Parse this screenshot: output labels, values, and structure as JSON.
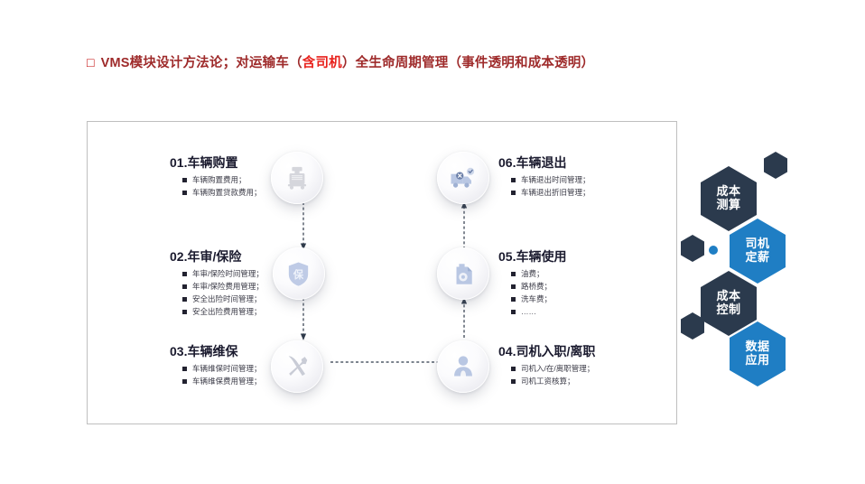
{
  "title": {
    "marker": "□",
    "part1": "VMS模块设计方法论；对运输车（",
    "part2": "含司机",
    "part3": "）全生命周期管理（事件透明和成本透明）"
  },
  "colors": {
    "title_dark_red": "#9e2a2a",
    "title_bright_red": "#e8211c",
    "hex_dark": "#2b3a4d",
    "hex_blue": "#1f7ec4",
    "icon_blue": "#a9bbdd",
    "icon_grey": "#d3d4d9",
    "frame_border": "#bfbfbf",
    "connector": "#2f3a4a"
  },
  "nodes": [
    {
      "id": "01",
      "title": "01.车辆购置",
      "icon": "truck-icon",
      "items": [
        "车辆购置费用；",
        "车辆购置贷款费用；"
      ]
    },
    {
      "id": "02",
      "title": "02.年审/保险",
      "icon": "shield-insurance-icon",
      "icon_glyph": "保",
      "items": [
        "年审/保险时间管理；",
        "年审/保险费用管理；",
        "安全出险时间管理；",
        "安全出险费用管理；"
      ]
    },
    {
      "id": "03",
      "title": "03.车辆维保",
      "icon": "wrench-screwdriver-icon",
      "items": [
        "车辆维保时间管理；",
        "车辆维保费用管理；"
      ]
    },
    {
      "id": "04",
      "title": "04.司机入职/离职",
      "icon": "person-icon",
      "items": [
        "司机入/在/离职管理；",
        "司机工资核算；"
      ]
    },
    {
      "id": "05",
      "title": "05.车辆使用",
      "icon": "oil-can-icon",
      "items": [
        "油费；",
        "路桥费；",
        "洗车费；",
        "……"
      ]
    },
    {
      "id": "06",
      "title": "06.车辆退出",
      "icon": "truck-exit-icon",
      "items": [
        "车辆退出时间管理；",
        "车辆退出折旧管理；"
      ]
    }
  ],
  "hexagons": [
    {
      "id": "cost-estimation",
      "label": "成本\n测算",
      "style": "dark"
    },
    {
      "id": "driver-salary",
      "label": "司机\n定薪",
      "style": "blue"
    },
    {
      "id": "cost-control",
      "label": "成本\n控制",
      "style": "dark"
    },
    {
      "id": "data-application",
      "label": "数据\n应用",
      "style": "blue"
    }
  ]
}
